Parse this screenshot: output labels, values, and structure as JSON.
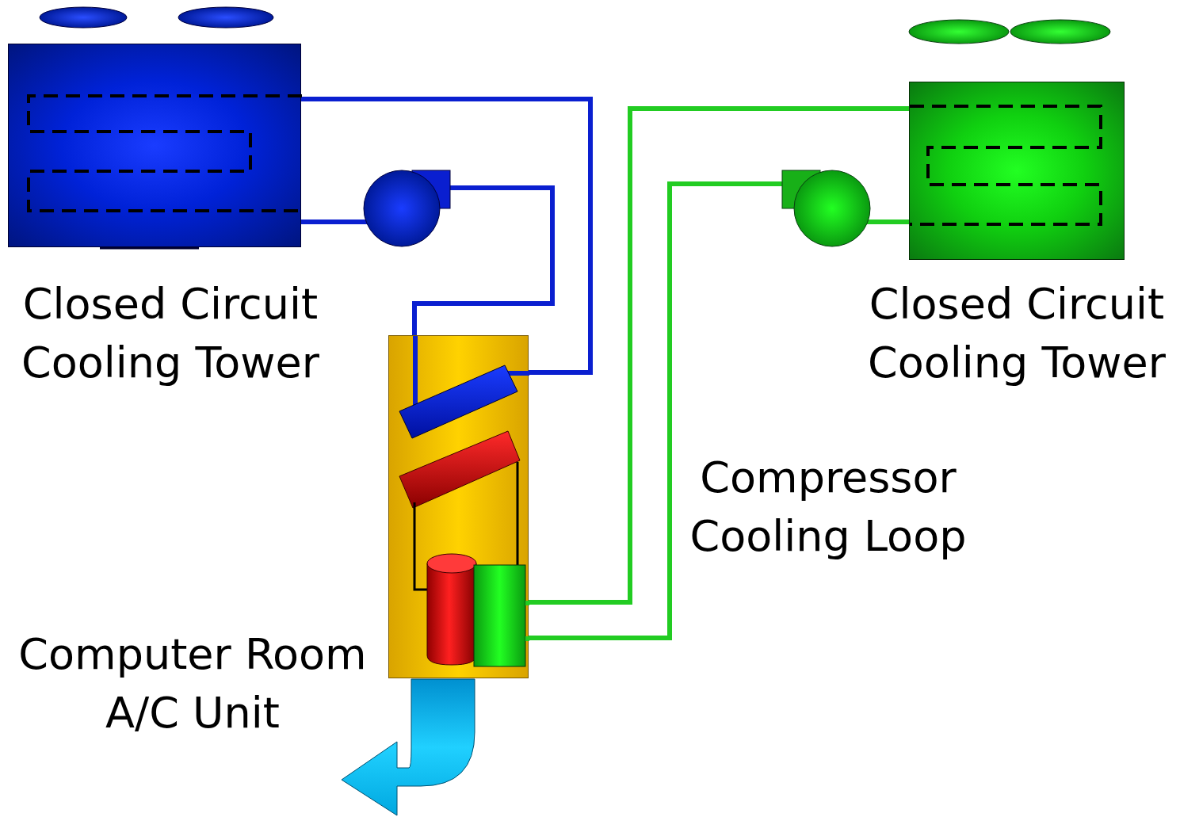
{
  "diagram": {
    "nodes": [
      {
        "text": [
          "Closed Circuit Cooling Tower"
        ]
      },
      {
        "text": [
          "Closed Circuit Cooling Tower"
        ]
      },
      {
        "text": [
          "Computer Room A/C Unit"
        ]
      }
    ],
    "edges": [
      {
        "from": 0,
        "to": 2,
        "arrow": "none"
      },
      {
        "from": 0,
        "to": 2,
        "arrow": "none"
      },
      {
        "from": 2,
        "to": 1,
        "arrow": "none"
      },
      {
        "from": 2,
        "to": 1,
        "arrow": "none"
      }
    ],
    "labels": [
      "Compressor Cooling Loop"
    ]
  }
}
